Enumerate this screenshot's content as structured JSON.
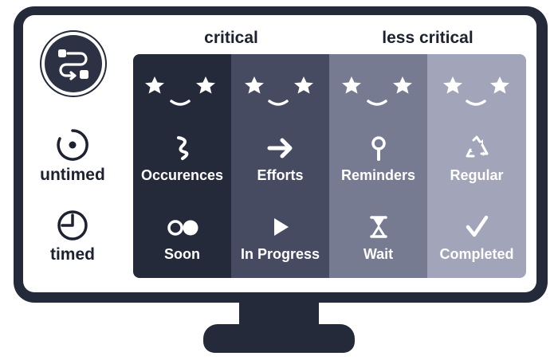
{
  "groups": {
    "critical": "critical",
    "less_critical": "less critical"
  },
  "sidebar": {
    "logo_icon": "workflow-route-icon",
    "items": [
      {
        "label": "untimed",
        "icon": "circle-dot-icon"
      },
      {
        "label": "timed",
        "icon": "clock-icon"
      }
    ]
  },
  "columns": [
    {
      "color": "#252a3b",
      "top": {
        "label": "Occurences",
        "icon": "squiggle-icon"
      },
      "bottom": {
        "label": "Soon",
        "icon": "double-circle-icon"
      }
    },
    {
      "color": "#464b61",
      "top": {
        "label": "Efforts",
        "icon": "arrow-right-icon"
      },
      "bottom": {
        "label": "In Progress",
        "icon": "play-icon"
      }
    },
    {
      "color": "#767b91",
      "top": {
        "label": "Reminders",
        "icon": "pin-icon"
      },
      "bottom": {
        "label": "Wait",
        "icon": "hourglass-icon"
      }
    },
    {
      "color": "#a2a5b9",
      "top": {
        "label": "Regular",
        "icon": "recycle-icon"
      },
      "bottom": {
        "label": "Completed",
        "icon": "checkmark-icon"
      }
    }
  ]
}
